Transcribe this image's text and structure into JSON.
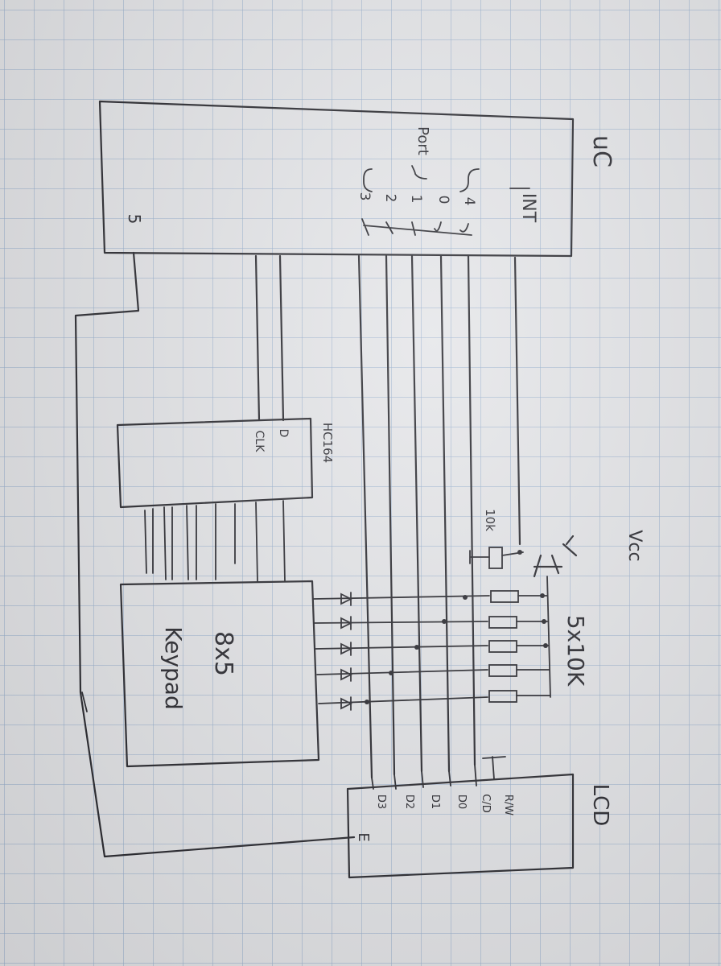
{
  "microcontroller": {
    "title": "uC",
    "int_label": "INT",
    "port_label": "Port",
    "port_pins": [
      "4",
      "0",
      "1",
      "2",
      "3"
    ],
    "extra_pin": "5"
  },
  "shift_register": {
    "title": "HC164",
    "pins": [
      "D",
      "CLK"
    ]
  },
  "keypad": {
    "line1": "8x5",
    "line2": "Keypad"
  },
  "lcd": {
    "title": "LCD",
    "pins": [
      "R/W",
      "C/D",
      "D0",
      "D1",
      "D2",
      "D3",
      "E"
    ]
  },
  "components": {
    "vcc": "Vcc",
    "pulldown": "10k",
    "resistor_array": "5x10K"
  },
  "colors": {
    "ink": "#26262c",
    "paper": "#e4e5e8",
    "grid": "#96afcd"
  }
}
